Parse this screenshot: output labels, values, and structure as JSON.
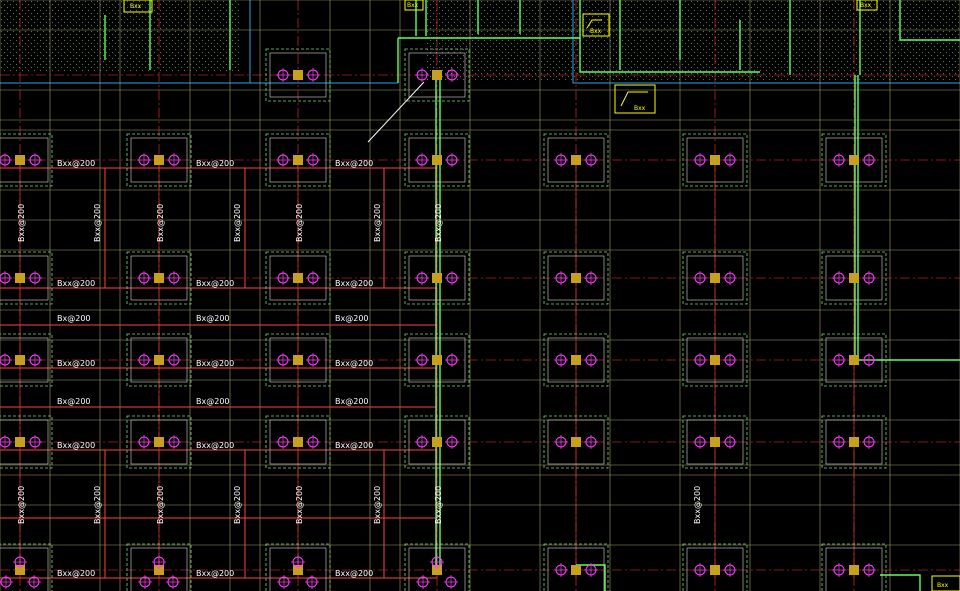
{
  "drawing": {
    "type": "cad-foundation-plan",
    "background": "#000000",
    "colors": {
      "grid": "#c8c878",
      "axis": "#ff3030",
      "beam": "#ff4040",
      "cap_outer": "#78d878",
      "cap_inner": "#d8d8d8",
      "column": "#c8a020",
      "pile": "#ff40ff",
      "wall": "#60ff60",
      "hatch": "#5a7a5a",
      "boundary": "#30a0e0",
      "tag": "#ffff00",
      "text": "#ffffff"
    },
    "rebar_labels": {
      "horizontal": "Bxx@200",
      "horizontal_alt": "Bx@200",
      "vertical": "Bxx@200"
    },
    "tags": {
      "top_left": "Bxx",
      "top_mid": "Bxx",
      "detail_1": "Bxx",
      "detail_2": "Bxx",
      "top_right": "Bxx",
      "bottom_right": "Bxx"
    }
  }
}
